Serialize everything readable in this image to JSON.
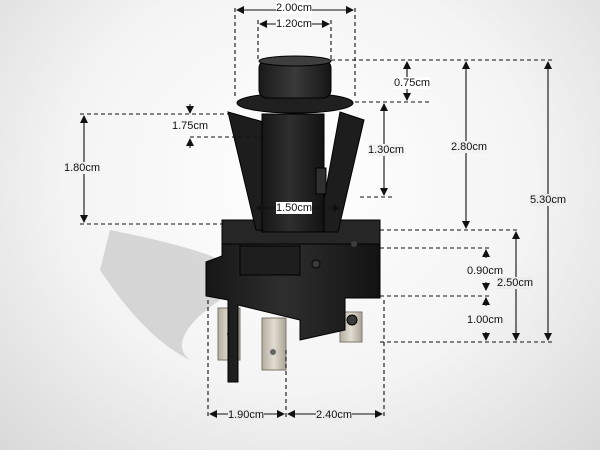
{
  "dimensions": {
    "top_outer_width": "2.00cm",
    "top_inner_width": "1.20cm",
    "cap_height": "0.75cm",
    "flange_offset": "1.75cm",
    "upper_body_height": "1.80cm",
    "collar_height": "1.30cm",
    "collar_width": "1.50cm",
    "cap_to_base": "2.80cm",
    "overall_height": "5.30cm",
    "housing_upper": "0.90cm",
    "housing_height": "2.50cm",
    "housing_lower": "1.00cm",
    "terminal_left_width": "1.90cm",
    "terminal_right_width": "2.40cm"
  },
  "colors": {
    "body": "#1c1c1c",
    "cap": "#2b2b2b",
    "terminal": "#c9c4b8",
    "dimension_line": "#111111"
  }
}
